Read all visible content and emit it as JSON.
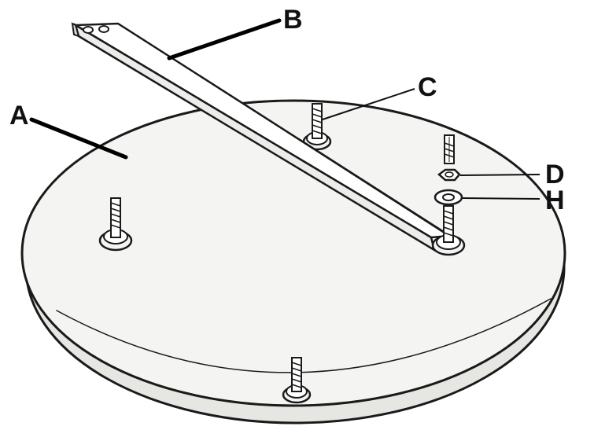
{
  "labels": {
    "a": "A",
    "b": "B",
    "c": "C",
    "d": "D",
    "h": "H"
  },
  "colors": {
    "ink": "#1a1a1a",
    "disc_fill": "#f4f4f2",
    "background": "#ffffff"
  }
}
